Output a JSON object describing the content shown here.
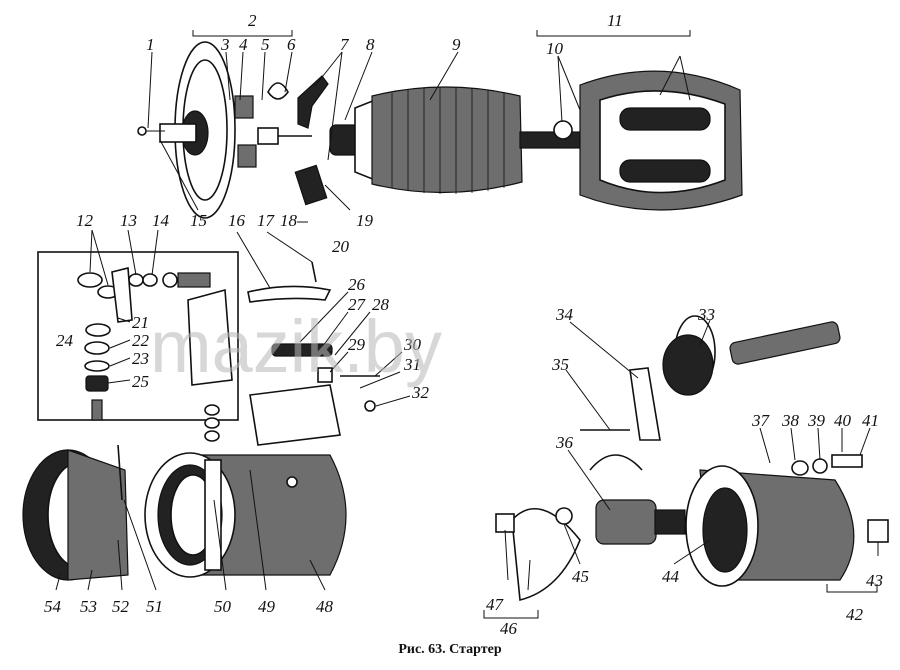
{
  "caption": "Рис. 63. Стартер",
  "watermark": "mazik.by",
  "part_numbers": [
    "1",
    "2",
    "3",
    "4",
    "5",
    "6",
    "7",
    "8",
    "9",
    "10",
    "11",
    "12",
    "13",
    "14",
    "15",
    "16",
    "17",
    "18",
    "19",
    "20",
    "21",
    "22",
    "23",
    "24",
    "25",
    "26",
    "27",
    "28",
    "29",
    "30",
    "31",
    "32",
    "33",
    "34",
    "35",
    "36",
    "37",
    "38",
    "39",
    "40",
    "41",
    "42",
    "43",
    "44",
    "45",
    "46",
    "47",
    "48",
    "49",
    "50",
    "51",
    "52",
    "53",
    "54"
  ]
}
